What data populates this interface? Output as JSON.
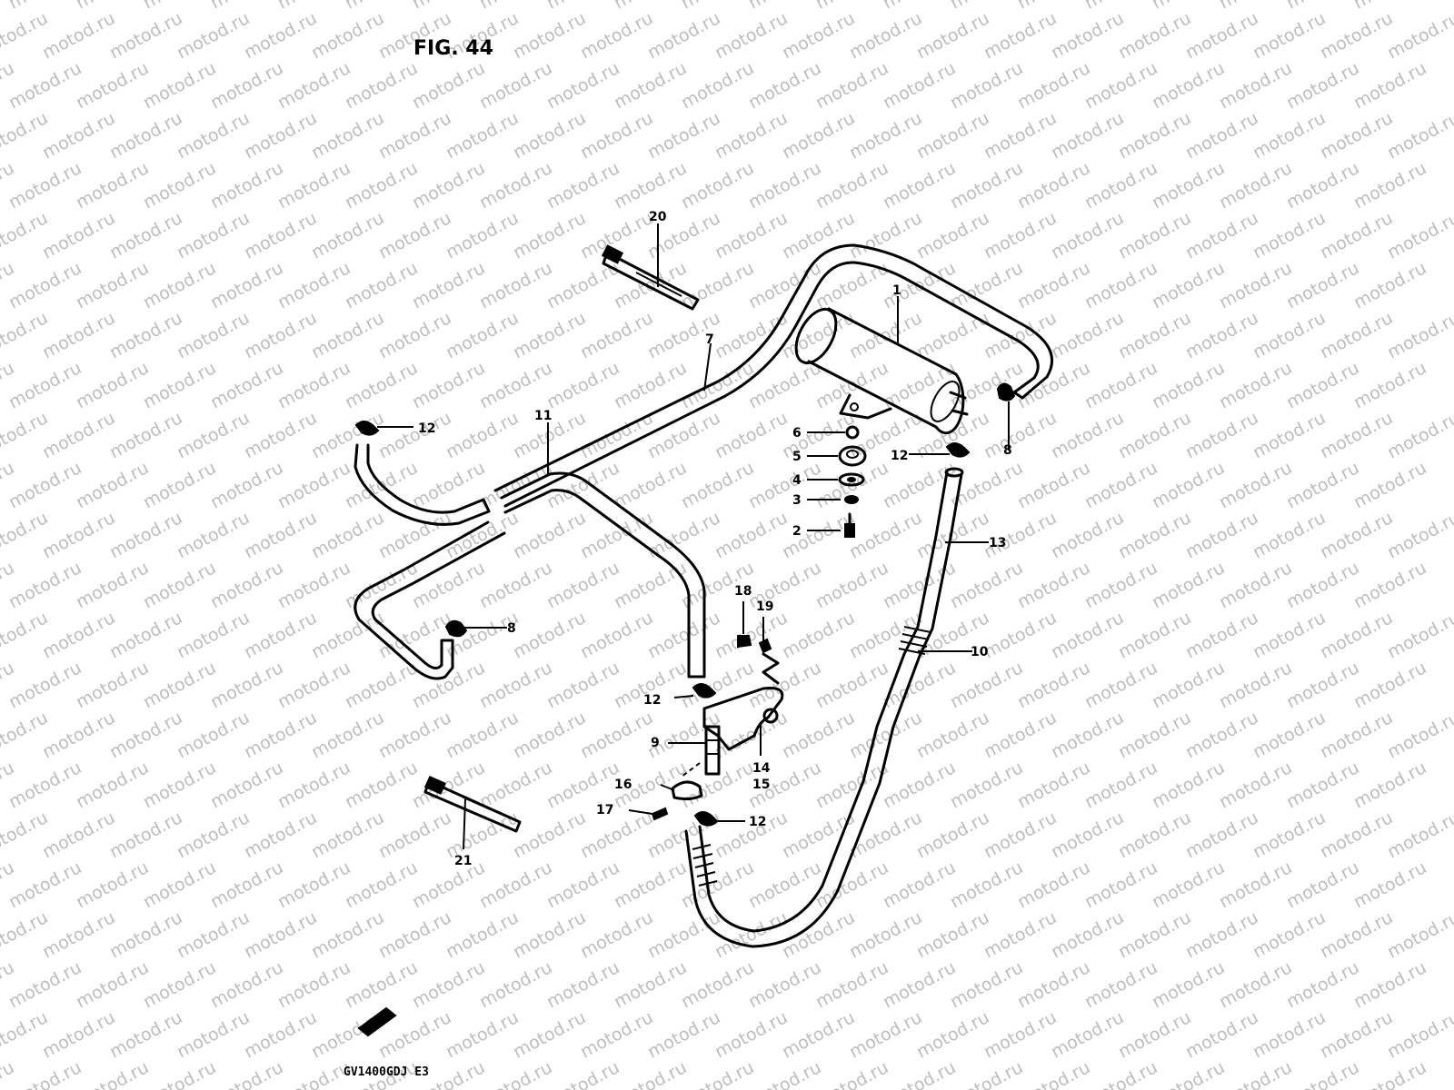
{
  "figure": {
    "title": "FIG. 44",
    "model": "GV1400GDJ  E3",
    "watermark": "motod.ru"
  },
  "callouts": [
    {
      "id": "c1",
      "text": "1"
    },
    {
      "id": "c2",
      "text": "2"
    },
    {
      "id": "c3",
      "text": "3"
    },
    {
      "id": "c4",
      "text": "4"
    },
    {
      "id": "c5",
      "text": "5"
    },
    {
      "id": "c6",
      "text": "6"
    },
    {
      "id": "c7",
      "text": "7"
    },
    {
      "id": "c8a",
      "text": "8"
    },
    {
      "id": "c8b",
      "text": "8"
    },
    {
      "id": "c9",
      "text": "9"
    },
    {
      "id": "c10",
      "text": "10"
    },
    {
      "id": "c11",
      "text": "11"
    },
    {
      "id": "c12a",
      "text": "12"
    },
    {
      "id": "c12b",
      "text": "12"
    },
    {
      "id": "c12c",
      "text": "12"
    },
    {
      "id": "c12d",
      "text": "12"
    },
    {
      "id": "c13",
      "text": "13"
    },
    {
      "id": "c14",
      "text": "14"
    },
    {
      "id": "c15",
      "text": "15"
    },
    {
      "id": "c16",
      "text": "16"
    },
    {
      "id": "c17",
      "text": "17"
    },
    {
      "id": "c18",
      "text": "18"
    },
    {
      "id": "c19",
      "text": "19"
    },
    {
      "id": "c20",
      "text": "20"
    },
    {
      "id": "c21",
      "text": "21"
    }
  ]
}
